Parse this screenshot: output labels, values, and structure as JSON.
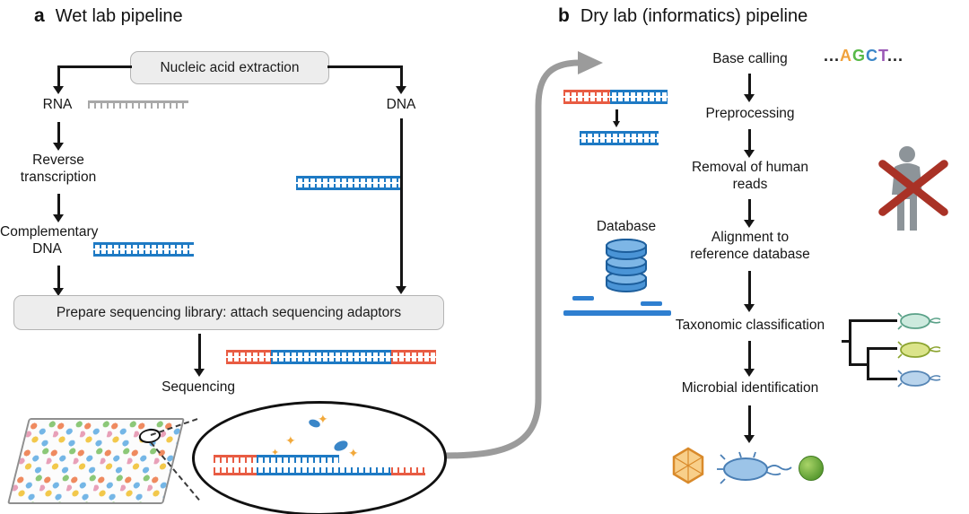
{
  "panel_a": {
    "tag": "a",
    "title": "Wet lab pipeline",
    "extraction": "Nucleic acid extraction",
    "rna": "RNA",
    "dna": "DNA",
    "reverse_transcription": "Reverse transcription",
    "complementary_dna": "Complementary DNA",
    "library": "Prepare sequencing library: attach sequencing adaptors",
    "sequencing": "Sequencing"
  },
  "panel_b": {
    "tag": "b",
    "title": "Dry lab (informatics) pipeline",
    "base_calling": "Base calling",
    "preprocessing": "Preprocessing",
    "removal_human_reads": "Removal of human reads",
    "alignment": "Alignment to reference database",
    "taxonomic_classification": "Taxonomic classification",
    "microbial_identification": "Microbial identification",
    "database_label": "Database",
    "base_sequence": {
      "prefix": "...",
      "a": "A",
      "g": "G",
      "c": "C",
      "t": "T",
      "suffix": "..."
    }
  },
  "colors": {
    "dna_blue": "#1e7ac4",
    "adapter_red": "#e85c43",
    "rna_gray": "#a8a8a8",
    "transfer_arrow_gray": "#9b9b9b",
    "base_a": "#f0a23c",
    "base_g": "#58b948",
    "base_c": "#3a86c8",
    "base_t": "#9b59b6"
  }
}
